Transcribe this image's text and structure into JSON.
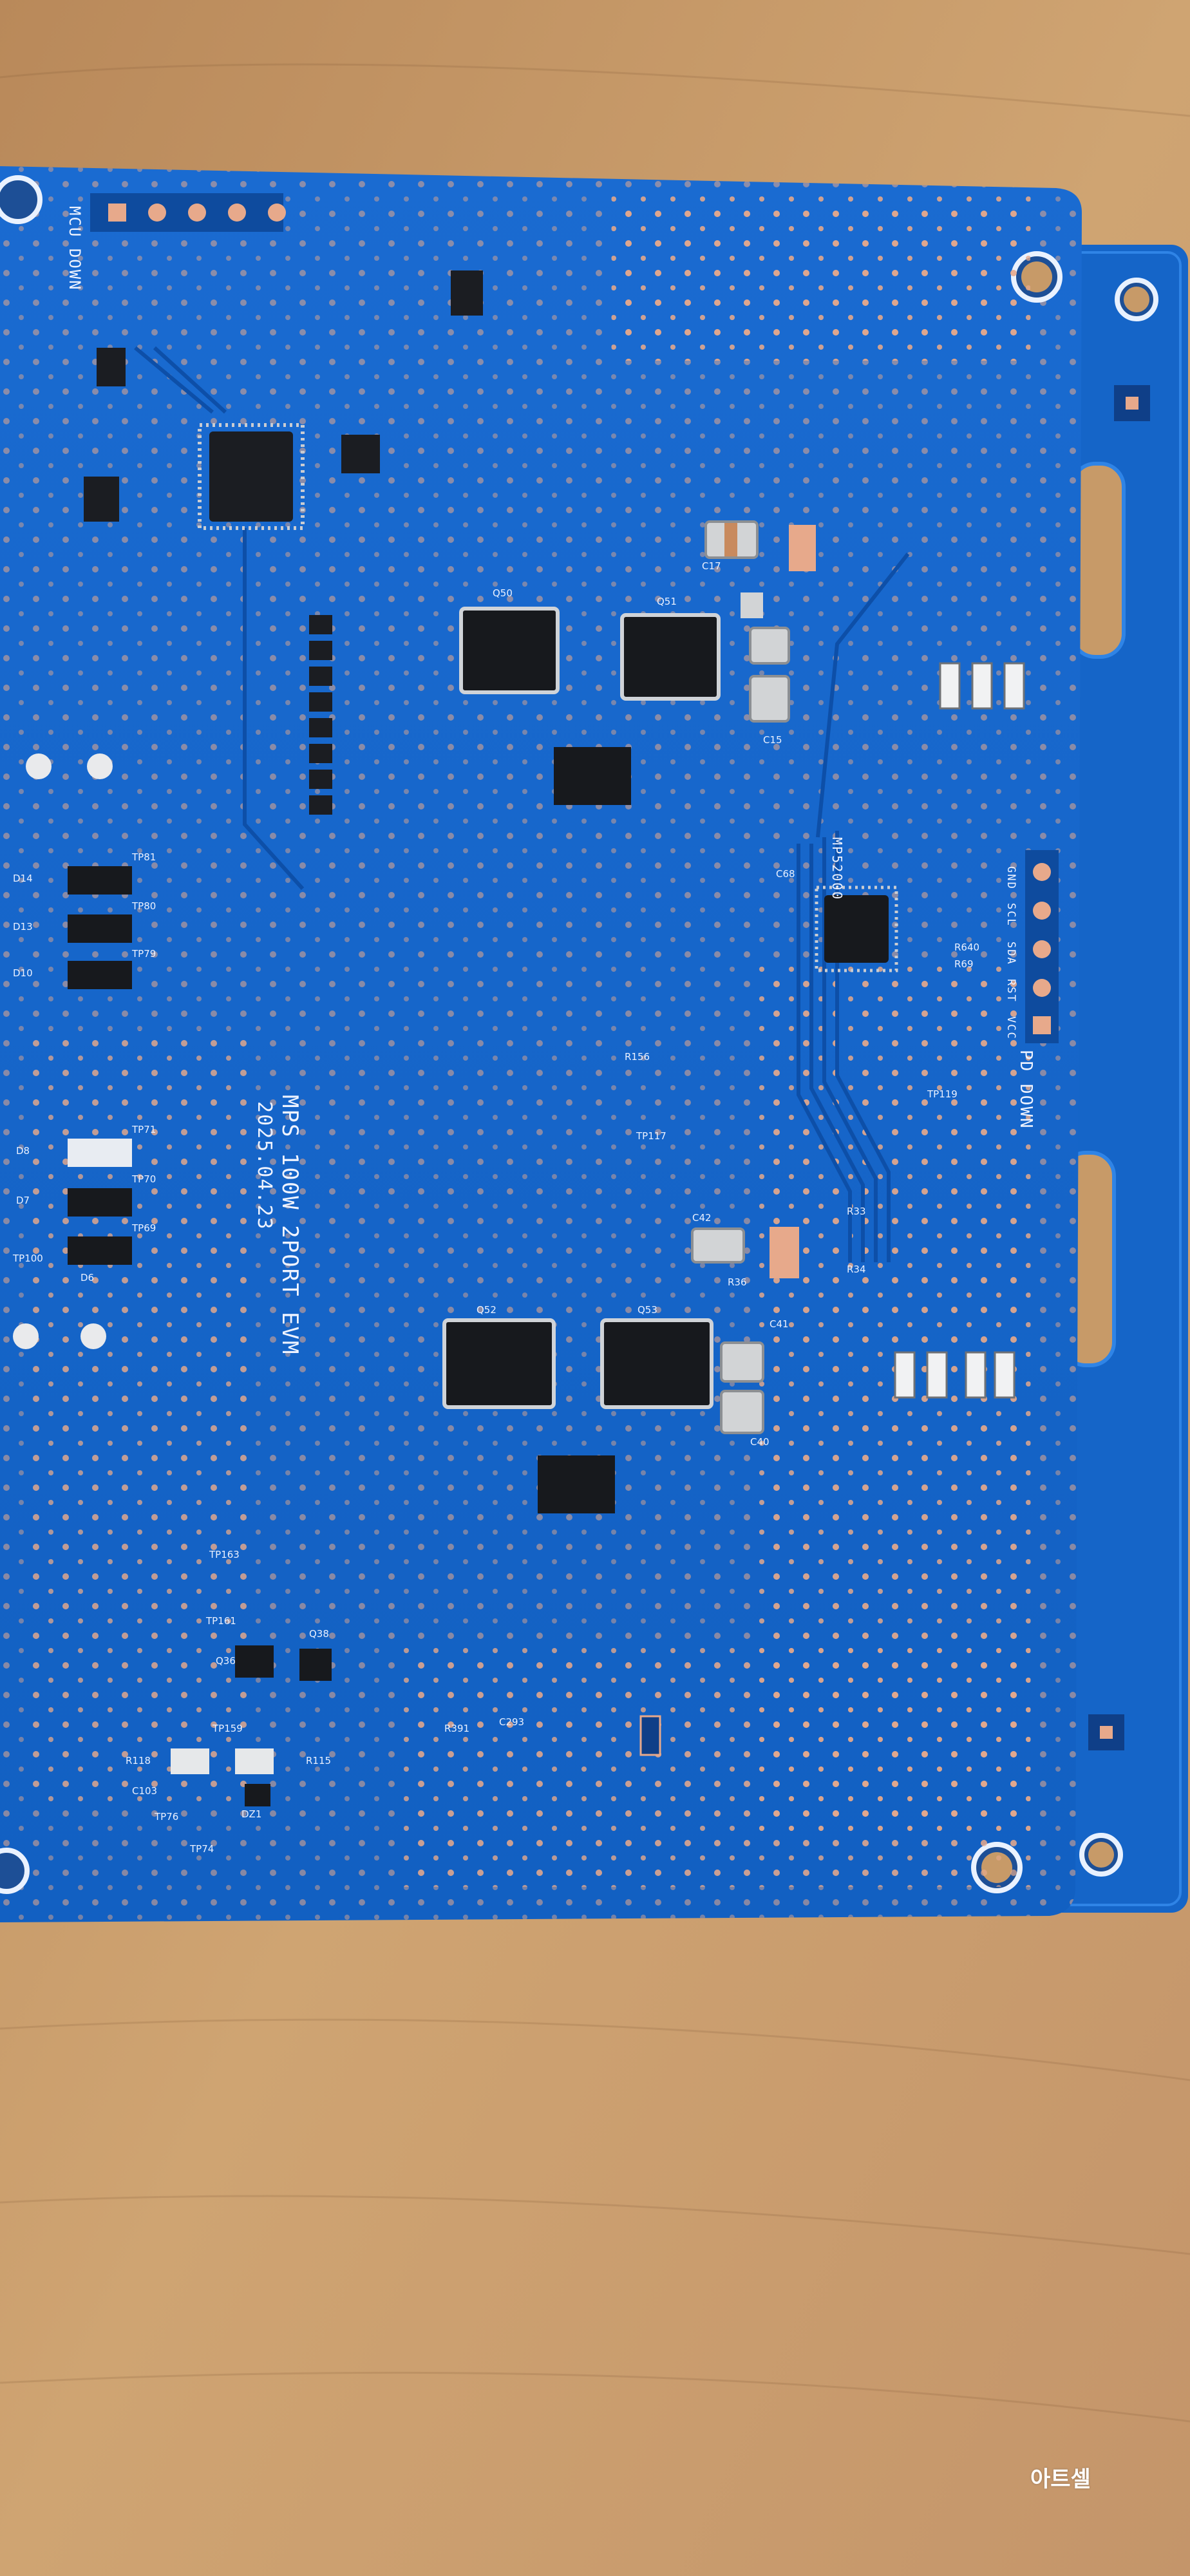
{
  "board": {
    "title": "MPS 100W 2PORT EVM",
    "date": "2025.04.23",
    "pd_down": "PD DOWN",
    "mcu_down": "MCU DOWN",
    "header_pins": [
      "GND",
      "SCL",
      "SDA",
      "RST",
      "VCC"
    ],
    "chip_mp": "MP52000",
    "refs": {
      "q50": "Q50",
      "q51": "Q51",
      "q52": "Q52",
      "q53": "Q53",
      "c17": "C17",
      "c15": "C15",
      "c42": "C42",
      "c40": "C40",
      "c41": "C41",
      "r36": "R36",
      "tp117": "TP117",
      "r156": "R156",
      "d14": "D14",
      "d13": "D13",
      "d10": "D10",
      "d8": "D8",
      "d7": "D7",
      "d6": "D6",
      "tp81": "TP81",
      "tp80": "TP80",
      "tp79": "TP79",
      "tp71": "TP71",
      "tp70": "TP70",
      "tp69": "TP69",
      "tp100": "TP100",
      "tp163": "TP163",
      "tp161": "TP161",
      "tp159": "TP159",
      "tp76": "TP76",
      "tp74": "TP74",
      "dz1": "DZ1",
      "r118": "R118",
      "r115": "R115",
      "c103": "C103",
      "q36": "Q36",
      "q38": "Q38",
      "c293": "C293",
      "r391": "R391",
      "r33": "R33",
      "r34": "R34",
      "r640": "R640",
      "r69": "R69",
      "tp119": "TP119",
      "c68": "C68"
    }
  },
  "watermark": "아트셀",
  "colors": {
    "pcb_blue": "#1565c8",
    "pcb_dark": "#0d4fa8",
    "silk": "#eef3ff",
    "pad": "#e7a98b",
    "wood": "#c79a68"
  }
}
